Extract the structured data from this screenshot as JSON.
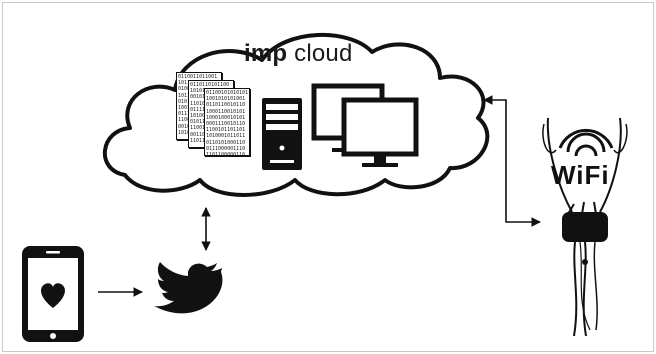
{
  "cloud": {
    "title_bold": "imp",
    "title_rest": "cloud"
  },
  "binary_pages": [
    [
      "0110011011001",
      "10110011010101",
      "0100110101100",
      "1011000111010",
      "0101011100110",
      "1001000110101",
      "0111001100100",
      "1100010011101",
      "0010110001011",
      "1010011101000"
    ],
    [
      "0110110101100",
      "10101101101011",
      "0010111000101",
      "1101001011010",
      "0111100110010",
      "1010001101001",
      "0101110011011",
      "1100101000110",
      "0011011101010",
      "1101100010111"
    ],
    [
      "01100101010101",
      "1001010101001",
      "0110110010110",
      "1000110010101",
      "1000100010101",
      "0001110010110",
      "1100101101101",
      "1010001011011",
      "0110101000110",
      "0111000001110",
      "1101100000110"
    ]
  ],
  "wifi": {
    "label": "WiFi"
  },
  "icons": [
    "cloud-icon",
    "server-tower-icon",
    "monitor-icon",
    "smartphone-heart-icon",
    "twitter-bird-icon",
    "wifi-necklace-device-icon"
  ]
}
